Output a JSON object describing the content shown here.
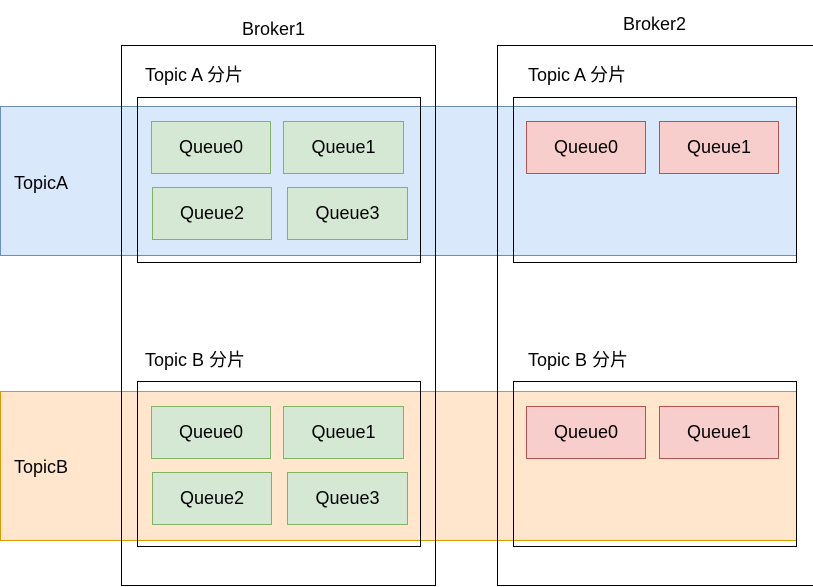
{
  "colors": {
    "topic_a_band_fill": "#dae8fc",
    "topic_a_band_border": "#6c8ebf",
    "topic_b_band_fill": "#ffe6cc",
    "topic_b_band_border": "#d79b00",
    "queue_green_fill": "#d5e8d4",
    "queue_green_border": "#82b366",
    "queue_red_fill": "#f8cecc",
    "queue_red_border": "#b85450"
  },
  "topics": {
    "a": {
      "label": "TopicA"
    },
    "b": {
      "label": "TopicB"
    }
  },
  "brokers": [
    {
      "name": "Broker1",
      "shards": [
        {
          "label": "Topic A 分片",
          "queues": [
            "Queue0",
            "Queue1",
            "Queue2",
            "Queue3"
          ]
        },
        {
          "label": "Topic B 分片",
          "queues": [
            "Queue0",
            "Queue1",
            "Queue2",
            "Queue3"
          ]
        }
      ]
    },
    {
      "name": "Broker2",
      "shards": [
        {
          "label": "Topic A 分片",
          "queues": [
            "Queue0",
            "Queue1"
          ]
        },
        {
          "label": "Topic B 分片",
          "queues": [
            "Queue0",
            "Queue1"
          ]
        }
      ]
    }
  ]
}
